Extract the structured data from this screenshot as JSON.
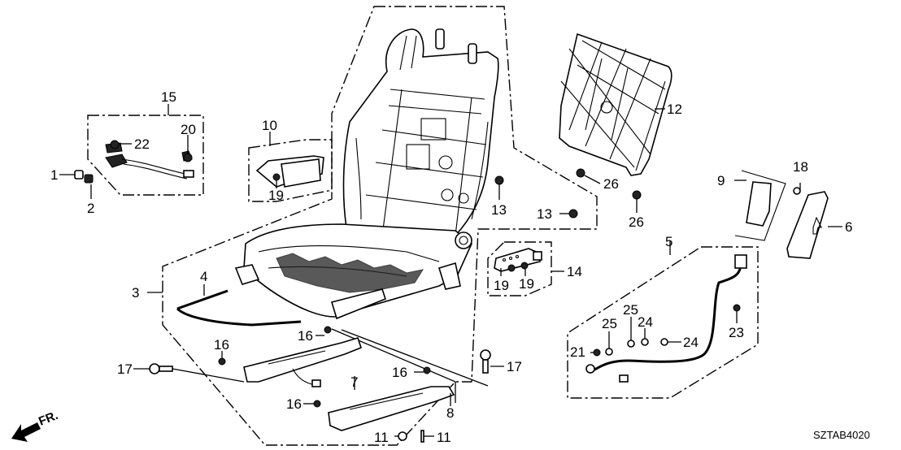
{
  "diagram": {
    "type": "exploded-parts-diagram",
    "subject": "front seat frame assembly",
    "diagram_code": "SZTAB4020",
    "direction_indicator": "FR.",
    "callouts": [
      {
        "id": "c1",
        "label": "1"
      },
      {
        "id": "c2",
        "label": "2"
      },
      {
        "id": "c3",
        "label": "3"
      },
      {
        "id": "c4",
        "label": "4"
      },
      {
        "id": "c5",
        "label": "5"
      },
      {
        "id": "c6",
        "label": "6"
      },
      {
        "id": "c7",
        "label": "7"
      },
      {
        "id": "c8",
        "label": "8"
      },
      {
        "id": "c9",
        "label": "9"
      },
      {
        "id": "c10",
        "label": "10"
      },
      {
        "id": "c11a",
        "label": "11"
      },
      {
        "id": "c11b",
        "label": "11"
      },
      {
        "id": "c12",
        "label": "12"
      },
      {
        "id": "c13a",
        "label": "13"
      },
      {
        "id": "c13b",
        "label": "13"
      },
      {
        "id": "c14",
        "label": "14"
      },
      {
        "id": "c15",
        "label": "15"
      },
      {
        "id": "c16a",
        "label": "16"
      },
      {
        "id": "c16b",
        "label": "16"
      },
      {
        "id": "c16c",
        "label": "16"
      },
      {
        "id": "c16d",
        "label": "16"
      },
      {
        "id": "c17a",
        "label": "17"
      },
      {
        "id": "c17b",
        "label": "17"
      },
      {
        "id": "c18",
        "label": "18"
      },
      {
        "id": "c19a",
        "label": "19"
      },
      {
        "id": "c19b",
        "label": "19"
      },
      {
        "id": "c19c",
        "label": "19"
      },
      {
        "id": "c20",
        "label": "20"
      },
      {
        "id": "c21",
        "label": "21"
      },
      {
        "id": "c22",
        "label": "22"
      },
      {
        "id": "c23",
        "label": "23"
      },
      {
        "id": "c24a",
        "label": "24"
      },
      {
        "id": "c24b",
        "label": "24"
      },
      {
        "id": "c25a",
        "label": "25"
      },
      {
        "id": "c25b",
        "label": "25"
      },
      {
        "id": "c26a",
        "label": "26"
      },
      {
        "id": "c26b",
        "label": "26"
      }
    ]
  }
}
